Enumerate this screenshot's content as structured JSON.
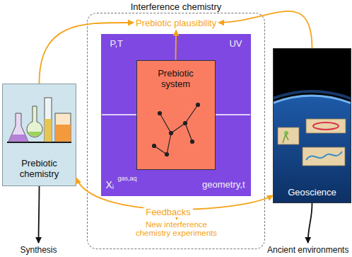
{
  "diagram": {
    "nodes": [
      {
        "text": [
          "Interference chemistry"
        ]
      },
      {
        "text": [
          "Prebiotic plausibility"
        ],
        "in": 0
      },
      {
        "text": [
          "P,T",
          "UV",
          "Xᵢ",
          "gas,aq",
          "geometry,t"
        ],
        "in": 0
      },
      {
        "text": [
          "Prebiotic system"
        ],
        "in": 2
      },
      {
        "text": [
          "Prebiotic chemistry"
        ]
      },
      {
        "text": [
          "Geoscience"
        ]
      },
      {
        "text": [
          "New interference chemistry experiments"
        ],
        "in": 0
      },
      {
        "text": [
          "Synthesis"
        ]
      },
      {
        "text": [
          "Ancient environments"
        ]
      }
    ],
    "edges": [
      {
        "from": 4,
        "to": 1,
        "arrow": "to"
      },
      {
        "from": 3,
        "to": 1,
        "arrow": "to"
      },
      {
        "from": 5,
        "to": 1,
        "arrow": "to"
      },
      {
        "from": 4,
        "to": 5,
        "label": "Feedbacks",
        "arrow": "both"
      },
      {
        "from": 4,
        "to": 7,
        "arrow": "to"
      },
      {
        "from": 5,
        "to": 8,
        "arrow": "to"
      }
    ]
  }
}
